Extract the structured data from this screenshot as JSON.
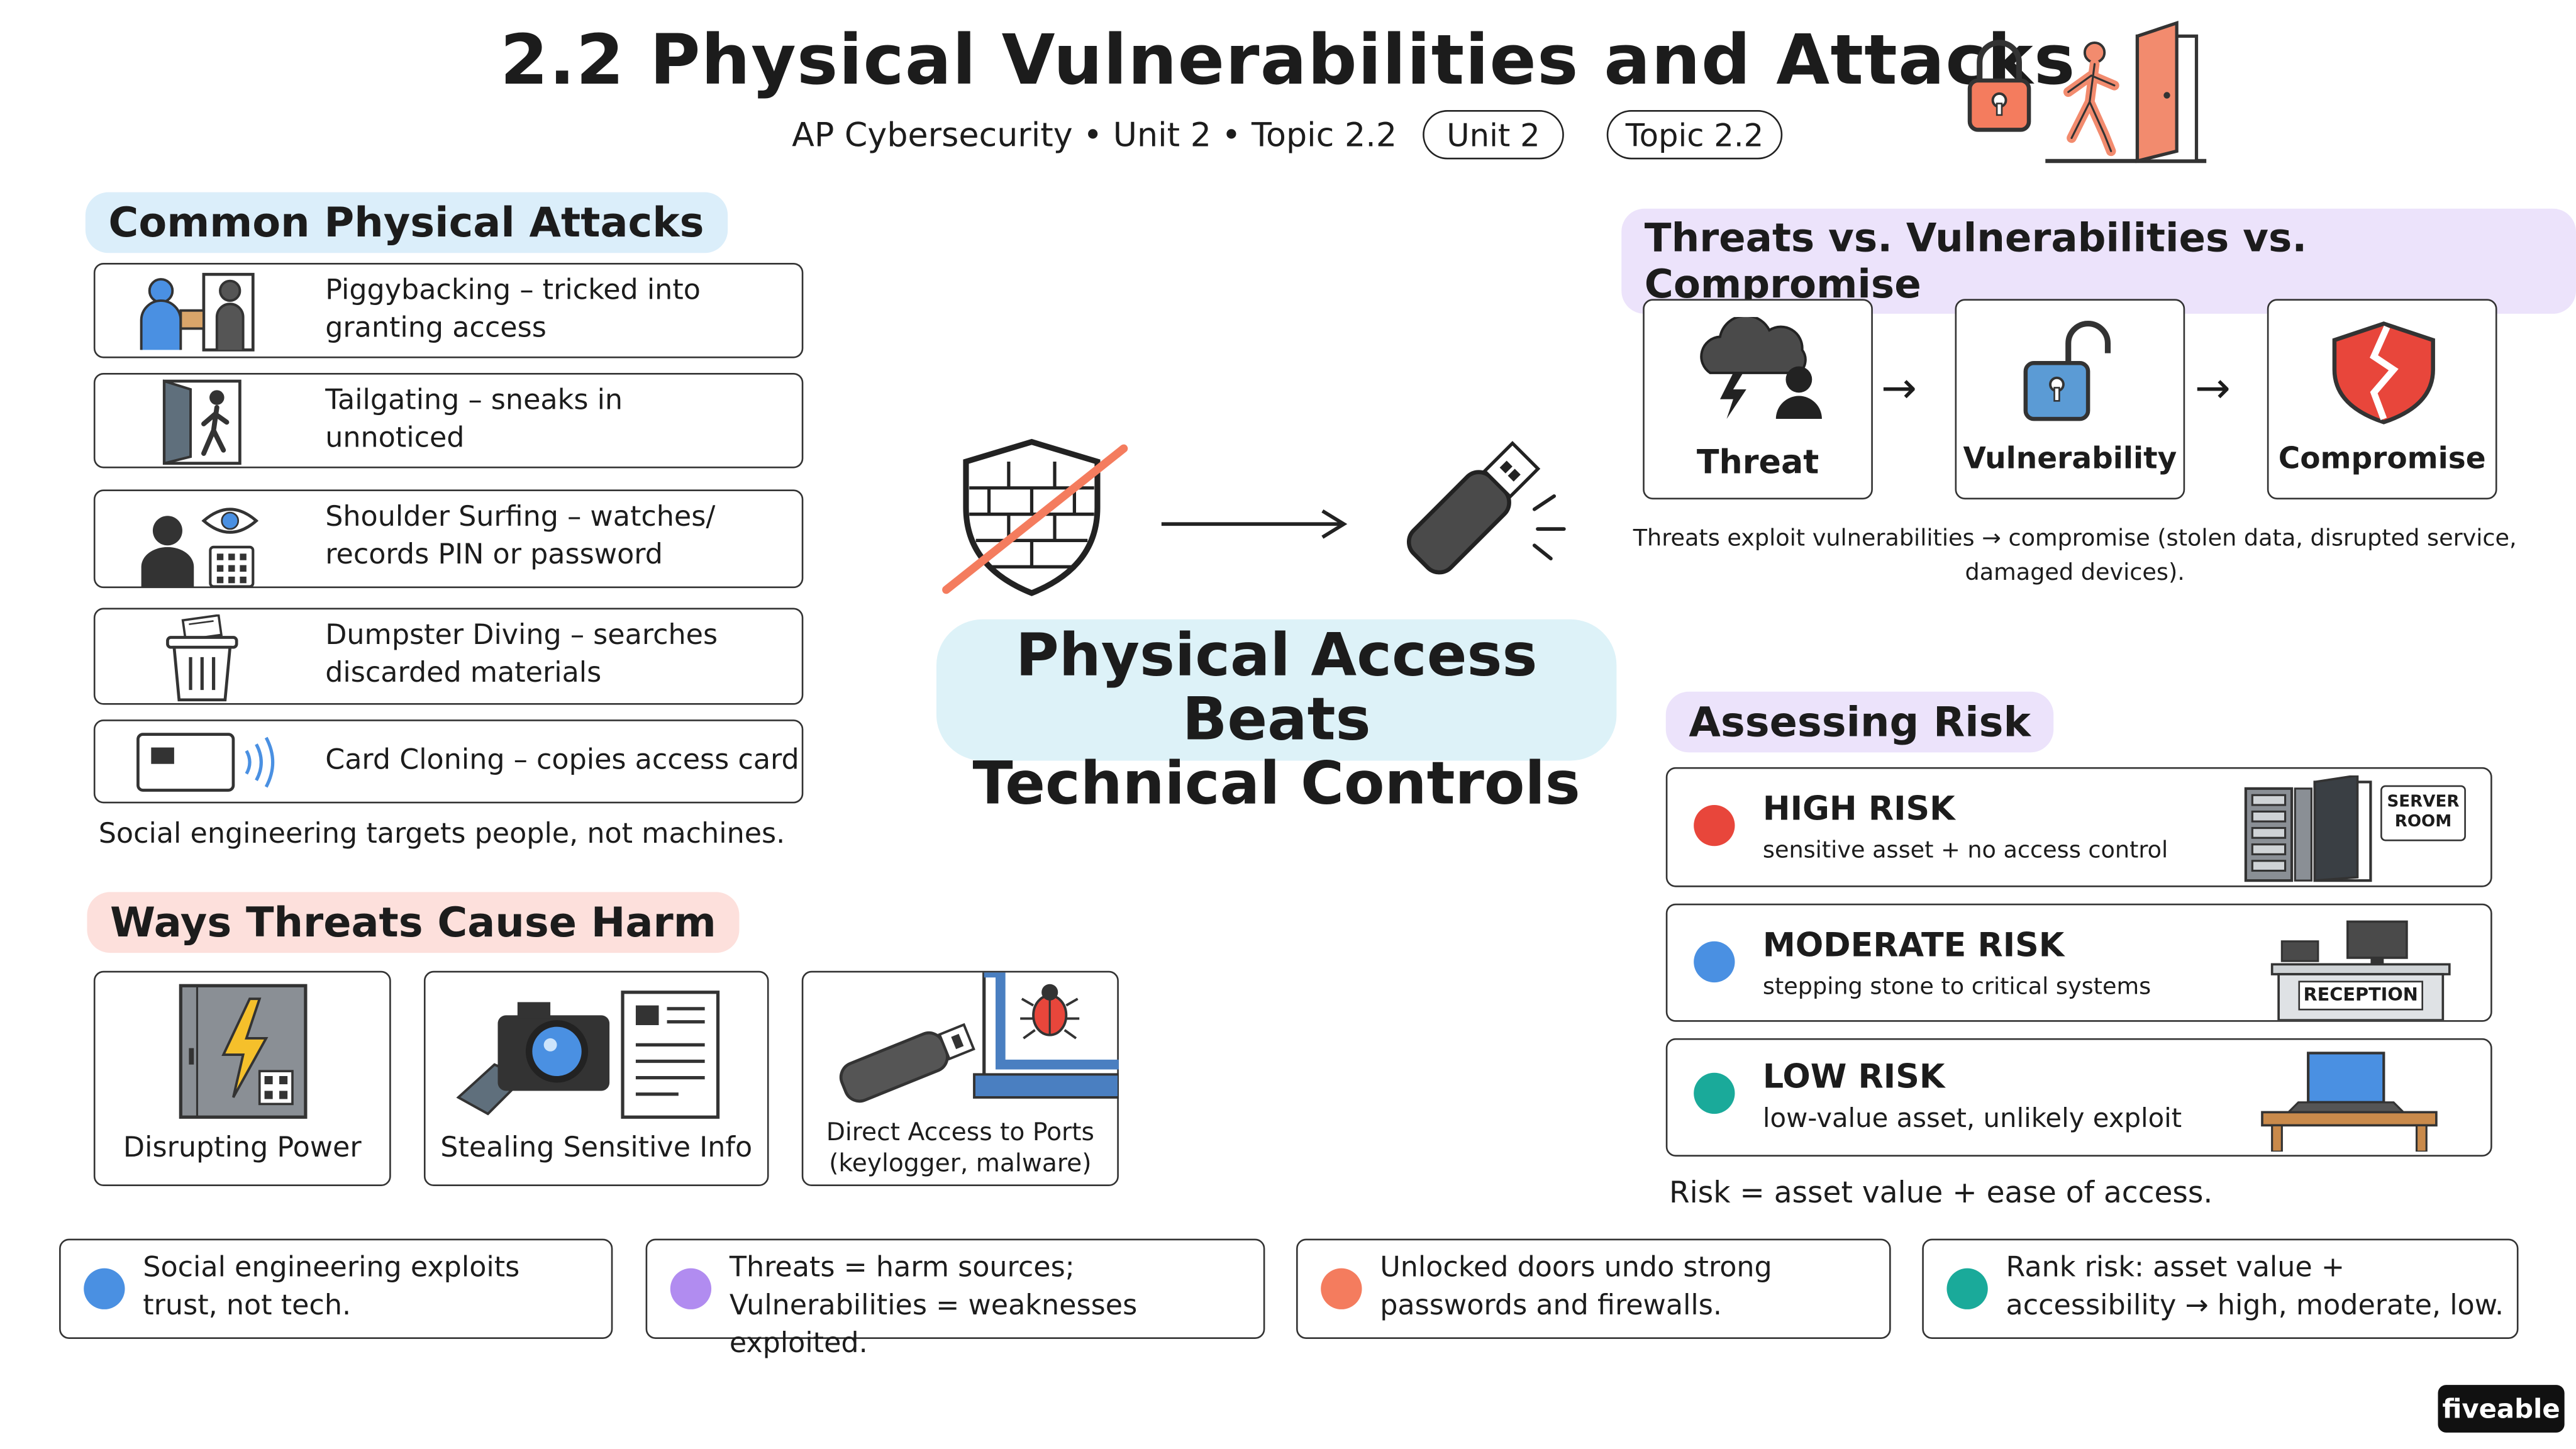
{
  "header": {
    "title": "2.2 Physical Vulnerabilities and Attacks",
    "subtitle": "AP Cybersecurity • Unit 2 • Topic 2.2",
    "pill_unit": "Unit 2",
    "pill_topic": "Topic 2.2"
  },
  "attacks": {
    "heading": "Common Physical Attacks",
    "items": [
      {
        "line1": "Piggybacking – tricked into",
        "line2": "granting access",
        "icon": "piggyback-icon"
      },
      {
        "line1": "Tailgating – sneaks in",
        "line2": "unnoticed",
        "icon": "tailgating-icon"
      },
      {
        "line1": "Shoulder Surfing – watches/",
        "line2": "records PIN or password",
        "icon": "shoulder-surfing-icon"
      },
      {
        "line1": "Dumpster Diving – searches",
        "line2": "discarded materials",
        "icon": "trash-can-icon"
      },
      {
        "line1": "Card Cloning – copies access card",
        "line2": "",
        "icon": "card-cloning-icon"
      }
    ],
    "caption": "Social engineering targets people, not machines."
  },
  "harm": {
    "heading": "Ways Threats Cause Harm",
    "items": [
      {
        "label": "Disrupting Power",
        "icon": "power-panel-icon"
      },
      {
        "label": "Stealing Sensitive Info",
        "icon": "camera-icon"
      },
      {
        "label_line1": "Direct Access to Ports",
        "label_line2": "(keylogger, malware)",
        "icon": "usb-bug-icon"
      }
    ]
  },
  "center": {
    "line1": "Physical Access Beats",
    "line2": "Technical Controls"
  },
  "tvc": {
    "heading": "Threats vs. Vulnerabilities vs. Compromise",
    "boxes": [
      "Threat",
      "Vulnerability",
      "Compromise"
    ],
    "caption_line1": "Threats exploit vulnerabilities → compromise (stolen data, disrupted service,",
    "caption_line2": "damaged devices)."
  },
  "risk": {
    "heading": "Assessing Risk",
    "items": [
      {
        "title": "HIGH RISK",
        "desc": "sensitive asset + no access control",
        "color": "#e8463b",
        "sign": "SERVER ROOM"
      },
      {
        "title": "MODERATE RISK",
        "desc": "stepping stone to critical systems",
        "color": "#4a90e2",
        "sign": "RECEPTION"
      },
      {
        "title": "LOW RISK",
        "desc": "low-value asset, unlikely exploit",
        "color": "#1aaa9a",
        "sign": ""
      }
    ],
    "formula": "Risk = asset value + ease of access."
  },
  "summary": [
    {
      "line1": "Social engineering exploits",
      "line2": "trust, not tech.",
      "color": "#4a90e2"
    },
    {
      "line1": "Threats = harm sources;",
      "line2": "Vulnerabilities = weaknesses exploited.",
      "color": "#b18cf0"
    },
    {
      "line1": "Unlocked doors undo strong",
      "line2": "passwords and firewalls.",
      "color": "#f47c5e"
    },
    {
      "line1": "Rank risk: asset value +",
      "line2": "accessibility → high, moderate, low.",
      "color": "#1aaa9a"
    }
  ],
  "brand": "fiveable"
}
